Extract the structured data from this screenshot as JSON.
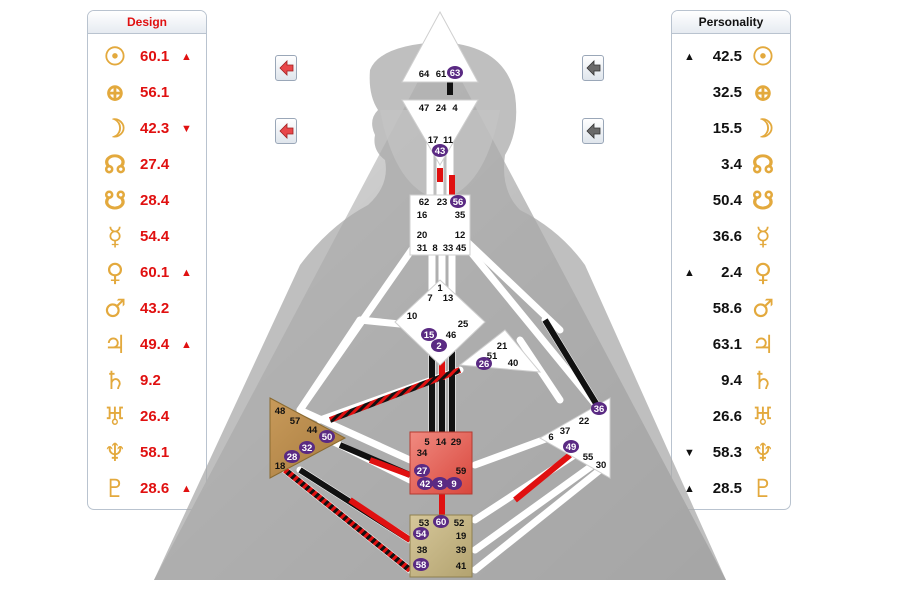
{
  "design": {
    "title": "Design",
    "rows": [
      {
        "planet": "sun-icon",
        "glyph": "☉",
        "value": "60.1",
        "arrow": "▲"
      },
      {
        "planet": "earth-icon",
        "glyph": "⊕",
        "value": "56.1",
        "arrow": ""
      },
      {
        "planet": "moon-icon",
        "glyph": "☽",
        "value": "42.3",
        "arrow": "▼"
      },
      {
        "planet": "north-node-icon",
        "glyph": "☊",
        "value": "27.4",
        "arrow": ""
      },
      {
        "planet": "south-node-icon",
        "glyph": "☋",
        "value": "28.4",
        "arrow": ""
      },
      {
        "planet": "mercury-icon",
        "glyph": "☿",
        "value": "54.4",
        "arrow": ""
      },
      {
        "planet": "venus-icon",
        "glyph": "♀",
        "value": "60.1",
        "arrow": "▲"
      },
      {
        "planet": "mars-icon",
        "glyph": "♂",
        "value": "43.2",
        "arrow": ""
      },
      {
        "planet": "jupiter-icon",
        "glyph": "♃",
        "value": "49.4",
        "arrow": "▲"
      },
      {
        "planet": "saturn-icon",
        "glyph": "♄",
        "value": "9.2",
        "arrow": ""
      },
      {
        "planet": "uranus-icon",
        "glyph": "♅",
        "value": "26.4",
        "arrow": ""
      },
      {
        "planet": "neptune-icon",
        "glyph": "♆",
        "value": "58.1",
        "arrow": ""
      },
      {
        "planet": "pluto-icon",
        "glyph": "♇",
        "value": "28.6",
        "arrow": "▲"
      }
    ]
  },
  "personality": {
    "title": "Personality",
    "rows": [
      {
        "planet": "sun-icon",
        "glyph": "☉",
        "value": "42.5",
        "arrow": "▲"
      },
      {
        "planet": "earth-icon",
        "glyph": "⊕",
        "value": "32.5",
        "arrow": ""
      },
      {
        "planet": "moon-icon",
        "glyph": "☽",
        "value": "15.5",
        "arrow": ""
      },
      {
        "planet": "north-node-icon",
        "glyph": "☊",
        "value": "3.4",
        "arrow": ""
      },
      {
        "planet": "south-node-icon",
        "glyph": "☋",
        "value": "50.4",
        "arrow": ""
      },
      {
        "planet": "mercury-icon",
        "glyph": "☿",
        "value": "36.6",
        "arrow": ""
      },
      {
        "planet": "venus-icon",
        "glyph": "♀",
        "value": "2.4",
        "arrow": "▲"
      },
      {
        "planet": "mars-icon",
        "glyph": "♂",
        "value": "58.6",
        "arrow": ""
      },
      {
        "planet": "jupiter-icon",
        "glyph": "♃",
        "value": "63.1",
        "arrow": ""
      },
      {
        "planet": "saturn-icon",
        "glyph": "♄",
        "value": "9.4",
        "arrow": ""
      },
      {
        "planet": "uranus-icon",
        "glyph": "♅",
        "value": "26.6",
        "arrow": ""
      },
      {
        "planet": "neptune-icon",
        "glyph": "♆",
        "value": "58.3",
        "arrow": "▼"
      },
      {
        "planet": "pluto-icon",
        "glyph": "♇",
        "value": "28.5",
        "arrow": "▲"
      }
    ]
  },
  "nav_buttons": [
    {
      "name": "design-prev-button-1",
      "icon": "left-arrow-icon",
      "color": "#e8474a"
    },
    {
      "name": "design-prev-button-2",
      "icon": "left-arrow-icon",
      "color": "#e8474a"
    },
    {
      "name": "personality-prev-button-1",
      "icon": "left-arrow-icon",
      "color": "#6a6a6a"
    },
    {
      "name": "personality-prev-button-2",
      "icon": "left-arrow-icon",
      "color": "#6a6a6a"
    }
  ],
  "colors": {
    "design": "#e01010",
    "personality": "#111111",
    "planet_glyph": "#e3a93d",
    "activated_gate": "#5a2a83",
    "defined_center_root": "#c8b88a",
    "defined_center_sacral": "#e8695f",
    "defined_center_spleen": "#b48c4e"
  },
  "bodygraph": {
    "centers": {
      "head": {
        "gates": [
          "64",
          "61",
          "63"
        ],
        "activated": [
          "63"
        ]
      },
      "ajna": {
        "gates": [
          "47",
          "24",
          "4"
        ],
        "activated": []
      },
      "throat": {
        "gates": [
          "62",
          "23",
          "56",
          "16",
          "35",
          "20",
          "12",
          "31",
          "8",
          "33",
          "45"
        ],
        "activated": [
          "56"
        ]
      },
      "g": {
        "gates": [
          "1",
          "7",
          "13",
          "10",
          "25",
          "15",
          "46",
          "2"
        ],
        "activated": [
          "15",
          "2"
        ]
      },
      "ego": {
        "gates": [
          "21",
          "51",
          "26",
          "40"
        ],
        "activated": [
          "26"
        ]
      },
      "spleen": {
        "gates": [
          "48",
          "57",
          "44",
          "50",
          "32",
          "28",
          "18"
        ],
        "activated": [
          "50",
          "32",
          "28"
        ]
      },
      "sacral": {
        "gates": [
          "5",
          "14",
          "29",
          "34",
          "27",
          "59",
          "42",
          "3",
          "9"
        ],
        "activated": [
          "27",
          "42",
          "3",
          "9"
        ]
      },
      "solar_plexus": {
        "gates": [
          "36",
          "22",
          "37",
          "6",
          "49",
          "55",
          "30"
        ],
        "activated": [
          "36",
          "49"
        ]
      },
      "root": {
        "gates": [
          "53",
          "60",
          "52",
          "54",
          "19",
          "38",
          "39",
          "58",
          "41"
        ],
        "activated": [
          "60",
          "54",
          "58"
        ]
      }
    },
    "throat_to_ajna_gates": [
      "17",
      "11",
      "43"
    ],
    "throat_extra_activated": [
      "43"
    ]
  }
}
